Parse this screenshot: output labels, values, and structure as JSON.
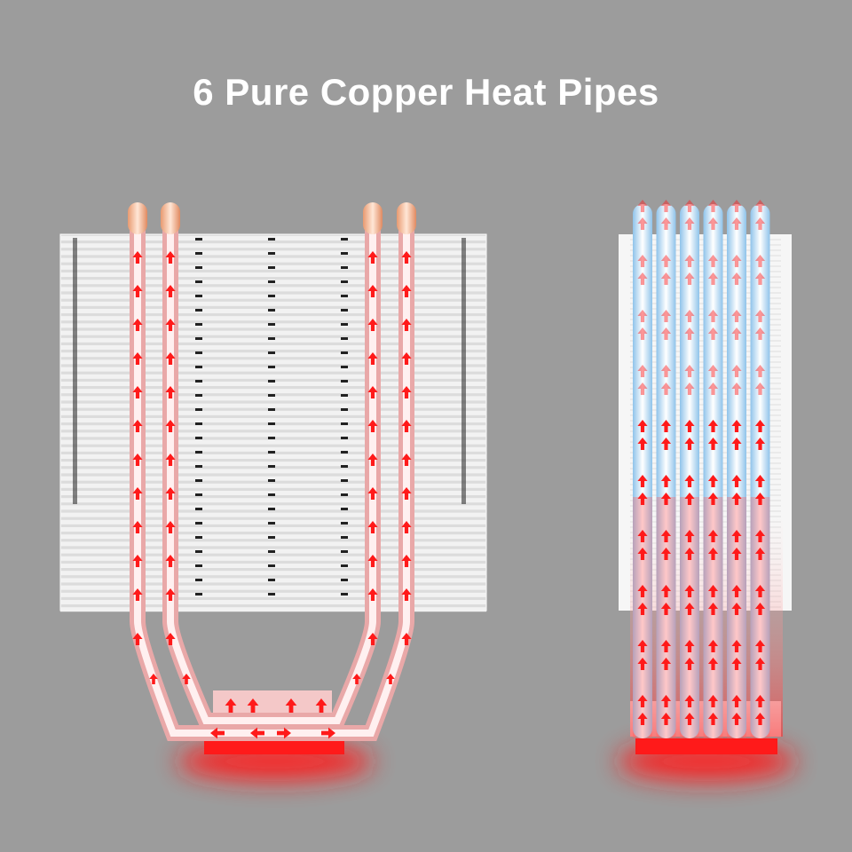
{
  "title": "6 Pure Copper Heat Pipes",
  "colors": {
    "background": "#9c9c9c",
    "heat": "#ff1a1a",
    "fin": "#f2f2f2",
    "copper_tip": "#f0b08a",
    "cool_pipe": "#9cc8ea"
  },
  "front_view": {
    "heat_pipe_ends": 4
  },
  "side_view": {
    "heat_pipes": 6
  }
}
